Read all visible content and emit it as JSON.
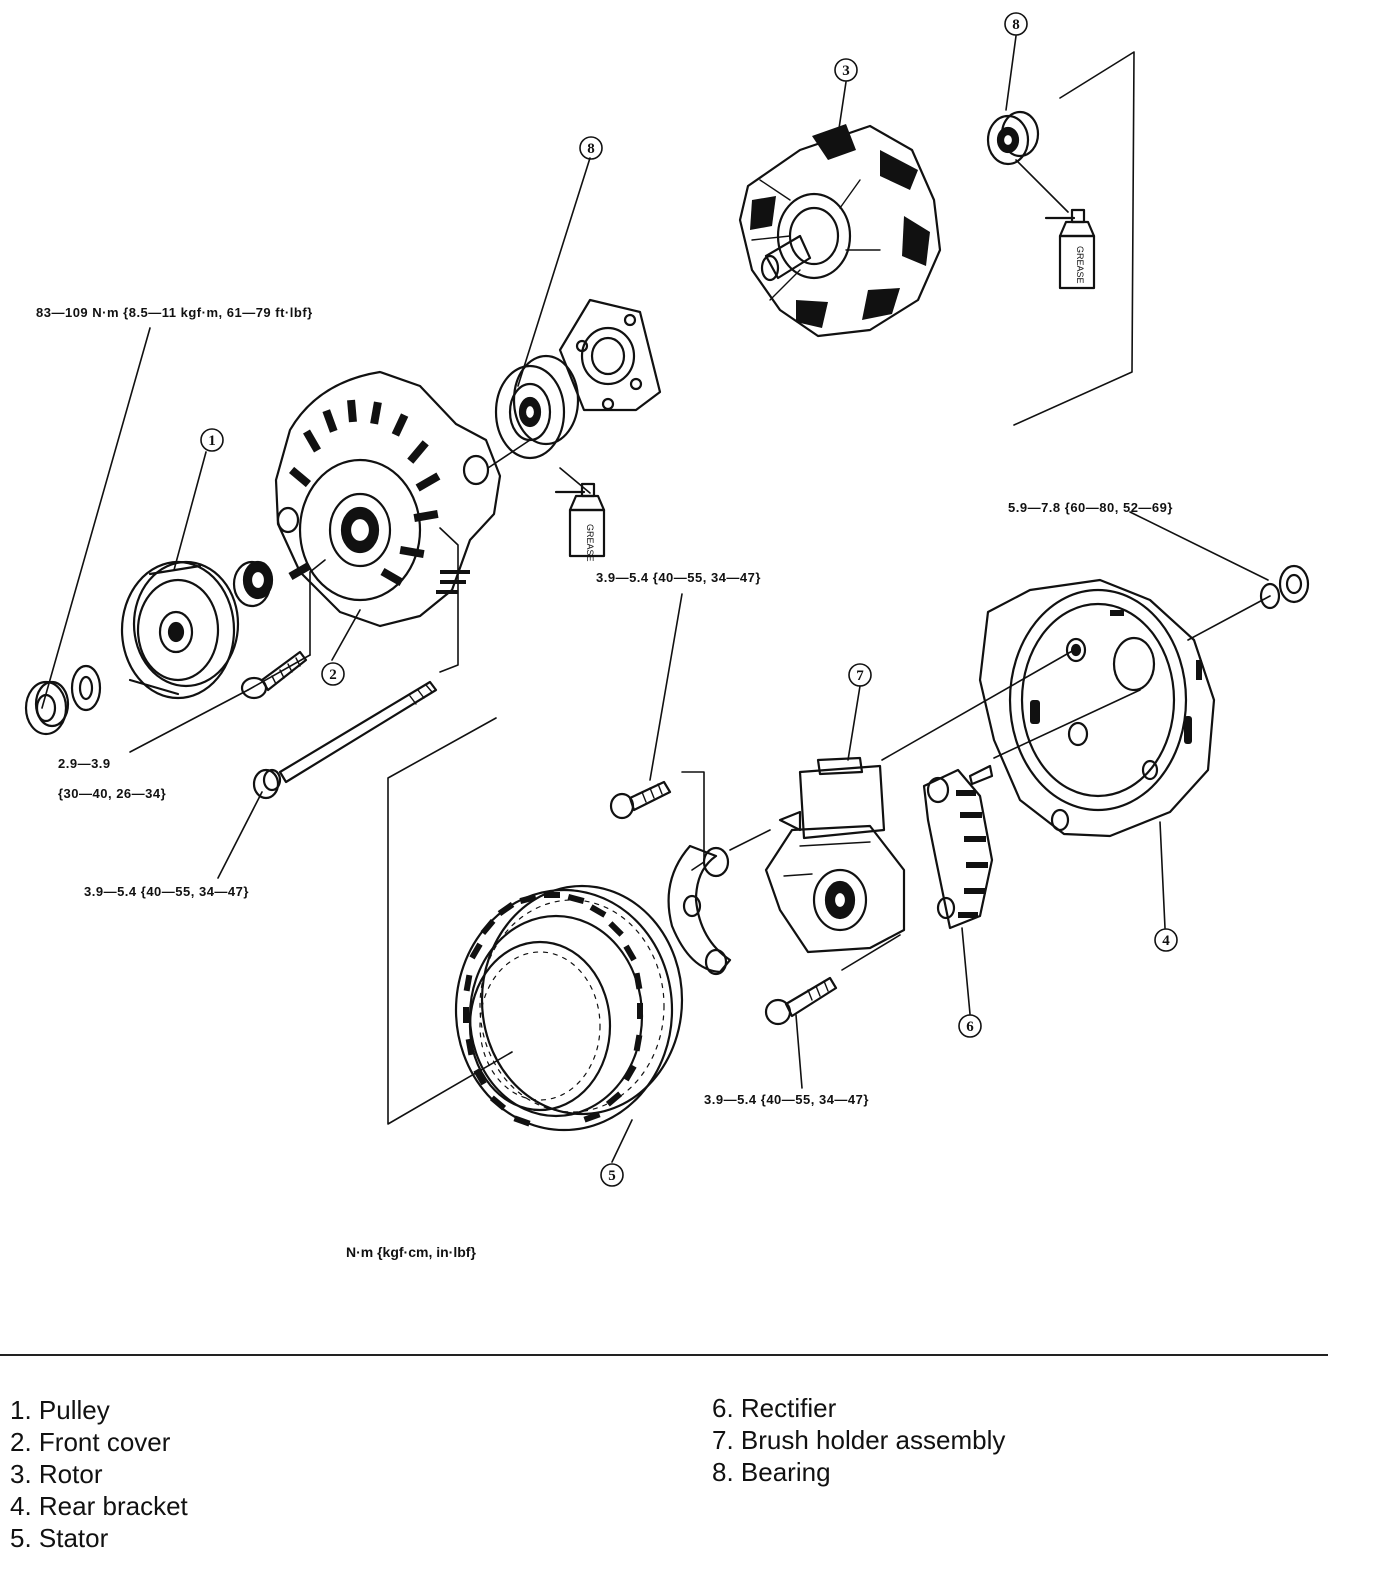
{
  "callouts": [
    "1",
    "2",
    "3",
    "4",
    "5",
    "6",
    "7",
    "8",
    "8"
  ],
  "torque_labels": {
    "pulley_nut": "83—109 N·m {8.5—11 kgf·m, 61—79 ft·lbf}",
    "front_bolt_a": "2.9—3.9",
    "front_bolt_b": "{30—40, 26—34}",
    "through_bolt": "3.9—5.4 {40—55, 34—47}",
    "rectifier_screw": "3.9—5.4 {40—55, 34—47}",
    "brush_screw": "3.9—5.4 {40—55, 34—47}",
    "rear_nut": "5.9—7.8 {60—80, 52—69}"
  },
  "units_note": "N·m {kgf·cm, in·lbf}",
  "grease_label": "GREASE",
  "legend": {
    "left": [
      "1. Pulley",
      "2. Front cover",
      "3. Rotor",
      "4. Rear bracket",
      "5. Stator"
    ],
    "right": [
      "6. Rectifier",
      "7. Brush holder assembly",
      "8. Bearing"
    ]
  }
}
